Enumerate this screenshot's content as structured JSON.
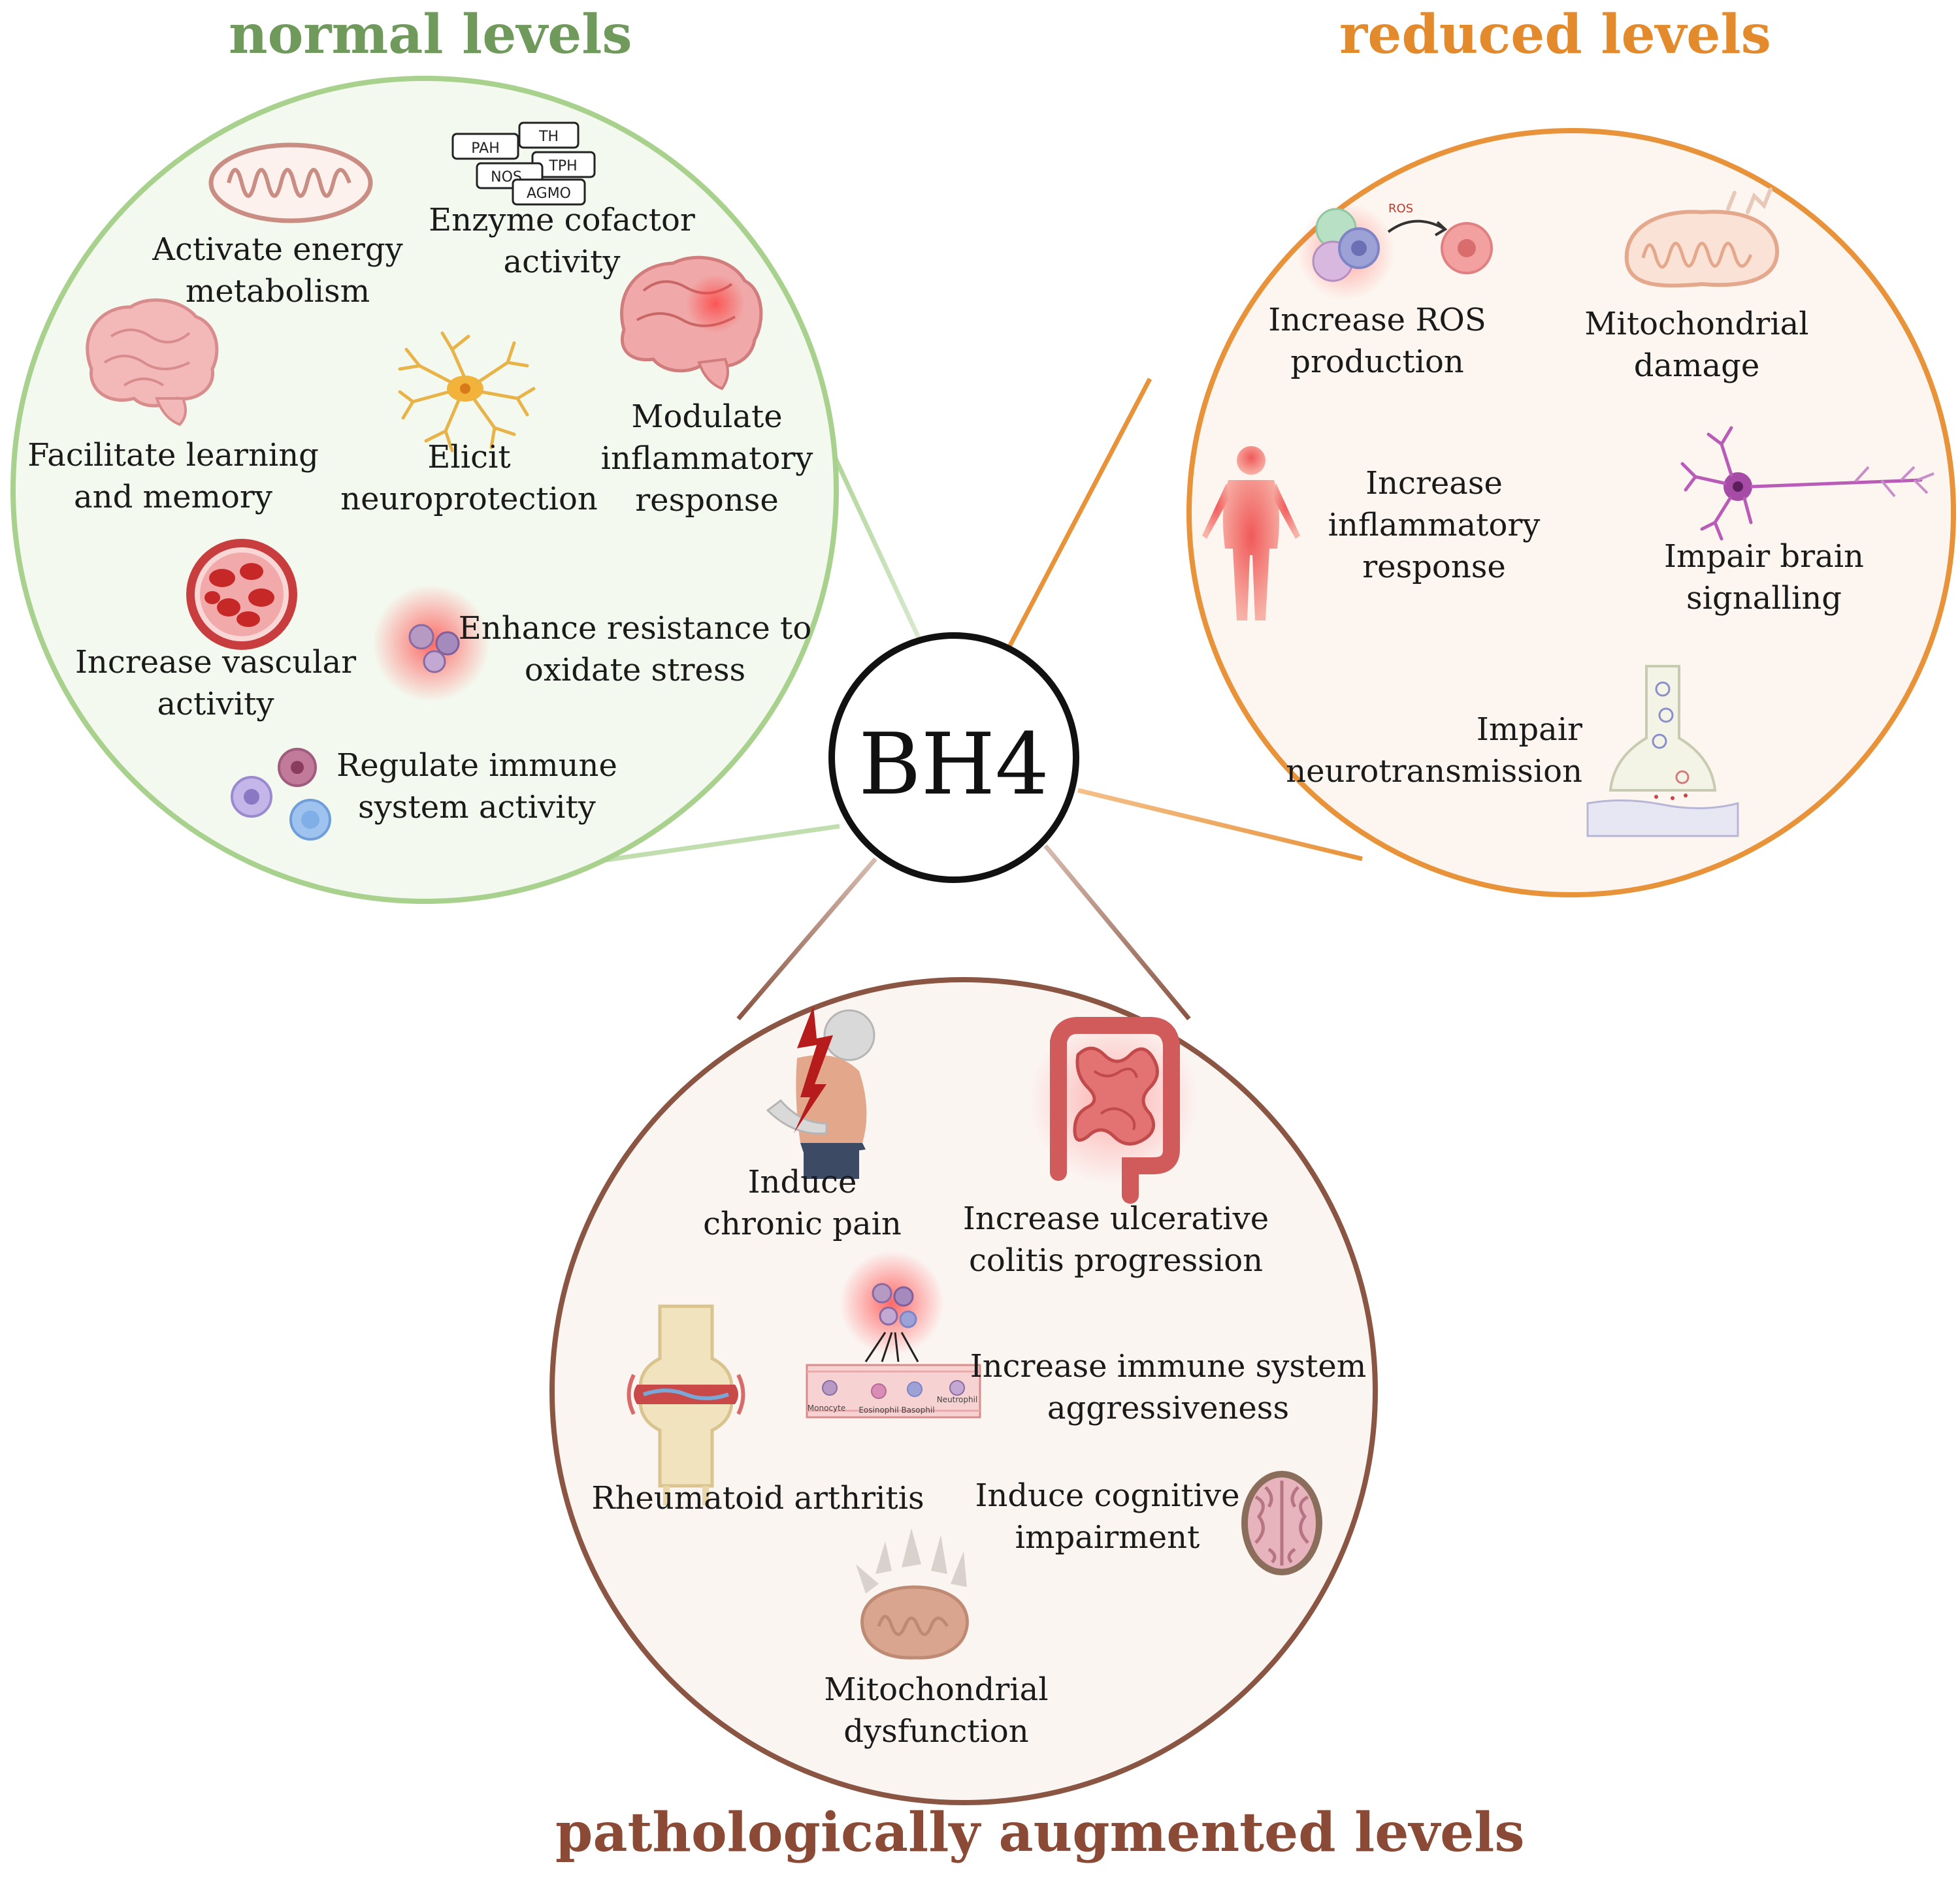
{
  "center": {
    "label": "BH4"
  },
  "normal": {
    "title": "normal levels",
    "color": "#6f9a5c",
    "ring_color": "#a9d18e",
    "fill_color": "#f4f9ef",
    "enzymes": [
      "PAH",
      "TH",
      "TPH",
      "NOS",
      "AGMO"
    ],
    "items": [
      {
        "lines": [
          "Activate energy",
          "metabolism"
        ],
        "icon": "mitochondrion-icon"
      },
      {
        "lines": [
          "Enzyme cofactor",
          "activity"
        ],
        "icon": "enzyme-tags-icon"
      },
      {
        "lines": [
          "Facilitate learning",
          "and memory"
        ],
        "icon": "brain-icon"
      },
      {
        "lines": [
          "Elicit",
          "neuroprotection"
        ],
        "icon": "astrocyte-icon"
      },
      {
        "lines": [
          "Modulate",
          "inflammatory",
          "response"
        ],
        "icon": "inflamed-brain-icon"
      },
      {
        "lines": [
          "Increase vascular",
          "activity"
        ],
        "icon": "blood-vessel-icon"
      },
      {
        "lines": [
          "Enhance resistance to",
          "oxidate stress"
        ],
        "icon": "glowing-cells-icon"
      },
      {
        "lines": [
          "Regulate immune",
          "system activity"
        ],
        "icon": "immune-cells-icon"
      }
    ]
  },
  "reduced": {
    "title": "reduced levels",
    "color": "#e38b2c",
    "ring_color": "#e8923a",
    "fill_color": "#fdf6f0",
    "ros_tag": "ROS",
    "items": [
      {
        "lines": [
          "Increase ROS",
          "production"
        ],
        "icon": "ros-cells-icon"
      },
      {
        "lines": [
          "Mitochondrial",
          "damage"
        ],
        "icon": "damaged-mitochondrion-icon"
      },
      {
        "lines": [
          "Increase",
          "inflammatory",
          "response"
        ],
        "icon": "inflamed-body-icon"
      },
      {
        "lines": [
          "Impair brain",
          "signalling"
        ],
        "icon": "neuron-icon"
      },
      {
        "lines": [
          "Impair",
          "neurotransmission"
        ],
        "icon": "synapse-icon"
      }
    ]
  },
  "augmented": {
    "title": "pathologically augmented levels",
    "color": "#8b4a36",
    "ring_color": "#8a5543",
    "fill_color": "#fbf5f2",
    "vessel_labels": [
      "Monocyte",
      "Eosinophil",
      "Basophil",
      "Neutrophil"
    ],
    "items": [
      {
        "lines": [
          "Induce",
          "chronic pain"
        ],
        "icon": "back-pain-icon"
      },
      {
        "lines": [
          "Increase ulcerative",
          "colitis progression"
        ],
        "icon": "intestine-icon"
      },
      {
        "lines": [
          "Increase immune system",
          "aggressiveness"
        ],
        "icon": "vessel-immune-icon"
      },
      {
        "lines": [
          "Rheumatoid arthritis"
        ],
        "icon": "knee-joint-icon"
      },
      {
        "lines": [
          "Induce cognitive",
          "impairment"
        ],
        "icon": "brain-slice-icon"
      },
      {
        "lines": [
          "Mitochondrial",
          "dysfunction"
        ],
        "icon": "broken-mitochondrion-icon"
      }
    ]
  }
}
